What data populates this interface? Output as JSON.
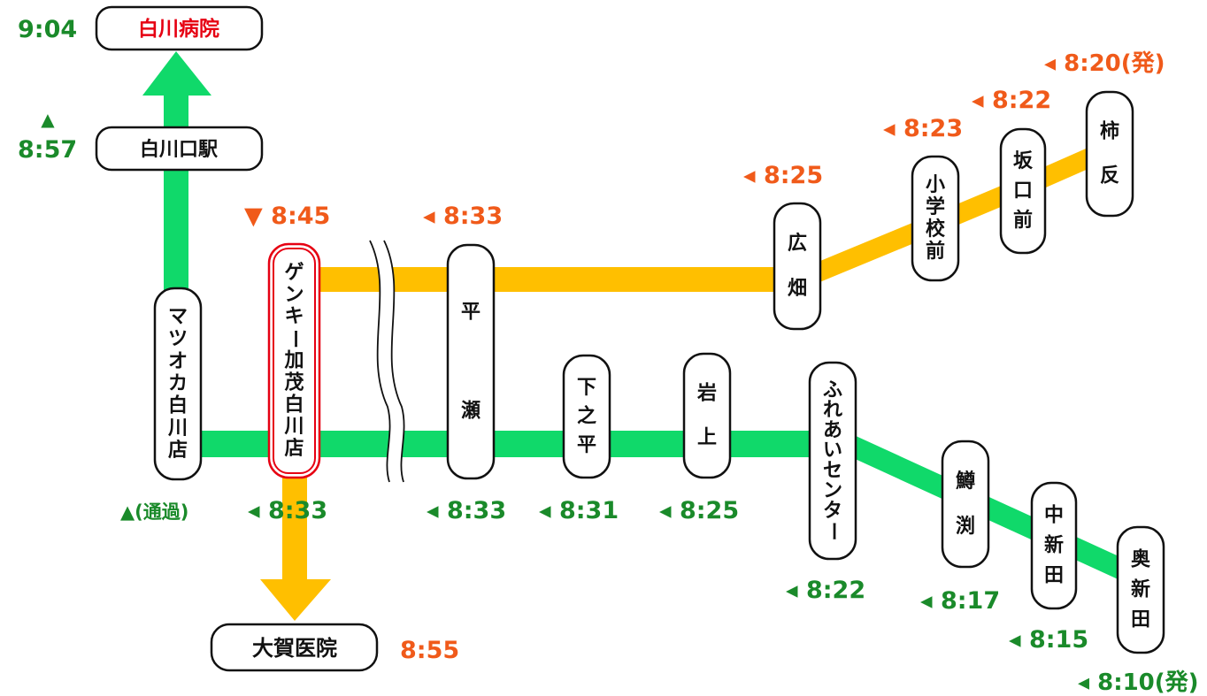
{
  "colors": {
    "green_line": "#10d96a",
    "yellow_line": "#ffbf00",
    "time_orange": "#f05a1a",
    "time_green": "#1a8a2a",
    "highlight_red": "#e60012"
  },
  "stops": {
    "shirakawa_hospital": "白川病院",
    "shirakawaguchi": "白川口駅",
    "matsuoka": "マツオカ白川店",
    "genky": "ゲンキー加茂白川店",
    "hirase": "平瀬",
    "shimonohira": "下之平",
    "iwagami": "岩上",
    "fureai": "ふれあいセンター",
    "masubuchi": "鱒渕",
    "nakashinden": "中新田",
    "okushinden": "奥新田",
    "hirohata": "広畑",
    "shogakko": "小学校前",
    "sakaguchi": "坂口前",
    "kakisori": "柿反",
    "oga_clinic": "大賀医院"
  },
  "times": {
    "shirakawa_hospital": "9:04",
    "shirakawaguchi_arrow": "▲",
    "shirakawaguchi": "8:57",
    "genky_yellow": "▼ 8:45",
    "hirase_yellow": "◂ 8:33",
    "hirohata": "◂ 8:25",
    "shogakko": "◂ 8:23",
    "sakaguchi": "◂ 8:22",
    "kakisori": "◂ 8:20(発)",
    "matsuoka_green": "▲(通過)",
    "genky_green": "◂ 8:33",
    "hirase_green": "◂ 8:33",
    "shimonohira": "◂ 8:31",
    "iwagami": "◂ 8:25",
    "fureai": "◂ 8:22",
    "masubuchi": "◂ 8:17",
    "nakashinden": "◂ 8:15",
    "okushinden": "◂ 8:10(発)",
    "oga_clinic": "8:55"
  }
}
